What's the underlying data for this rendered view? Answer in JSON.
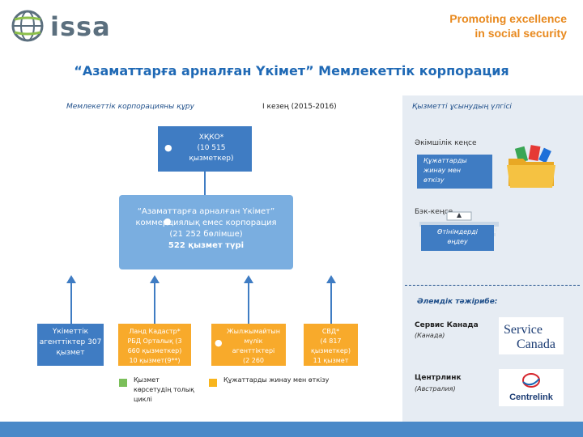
{
  "header": {
    "logo_text": "issa",
    "tagline_line1": "Promoting excellence",
    "tagline_line2": "in social security",
    "title": "“Азаматтарға арналған Үкімет” Мемлекеттік корпорация"
  },
  "left": {
    "header": "Мемлекеттік корпорацияны құру",
    "phase": "I кезең (2015-2016)",
    "kkko": {
      "line1": "ХҚКО*",
      "line2": "(10 515",
      "line3": "қызметкер)"
    },
    "corp": {
      "line1": "“Азаматтарға арналған Үкімет”",
      "line2": "коммерциялық емес корпорация",
      "line3": "(21 252 бөлімше)",
      "line4": "522 қызмет түрі"
    },
    "boxes": [
      {
        "line1": "Үкіметтік",
        "line2": "агенттіктер 307",
        "line3": "қызмет"
      },
      {
        "line1": "Ланд Кадастр*",
        "line2": "РБД Орталық (3",
        "line3": "660 қызметкер)",
        "line4": "10 қызмет(9**)"
      },
      {
        "line1": "Жылжымайтын",
        "line2": "мүлік",
        "line3": "агенттіктері",
        "line4": "(2 260"
      },
      {
        "line1": "СВД*",
        "line2": "(4 817",
        "line3": "қызметкер)",
        "line4": "11 қызмет"
      }
    ],
    "legend": [
      {
        "text_line1": "Қызмет",
        "text_line2": "көрсетудің толық",
        "text_line3": "циклі",
        "color": "#7bbf5a"
      },
      {
        "text": "Құжаттарды жинау мен өткізу",
        "color": "#f8b51d"
      }
    ]
  },
  "right": {
    "header": "Қызметті ұсынудың үлгісі",
    "admin_label": "Әкімшілік кеңсе",
    "doc_box": {
      "line1": "Құжаттарды",
      "line2": "жинау мен",
      "line3": "өткізу"
    },
    "backoffice_label": "Бэк-кеңсе",
    "apps_box": {
      "line1": "Өтінімдерді",
      "line2": "өңдеу"
    },
    "world_label": "Әлемдік тәжірибе:",
    "examples": [
      {
        "name": "Сервис Канада",
        "country": "(Канада)",
        "logo_line1": "Service",
        "logo_line2": "Canada"
      },
      {
        "name": "Центрлинк",
        "country": "(Австралия)",
        "logo_text": "Centrelink"
      }
    ]
  },
  "colors": {
    "primary_blue": "#3f7cc3",
    "light_blue": "#7aaee0",
    "orange": "#f8aa2b",
    "accent_orange": "#e8891e",
    "title_blue": "#1f69b5"
  }
}
